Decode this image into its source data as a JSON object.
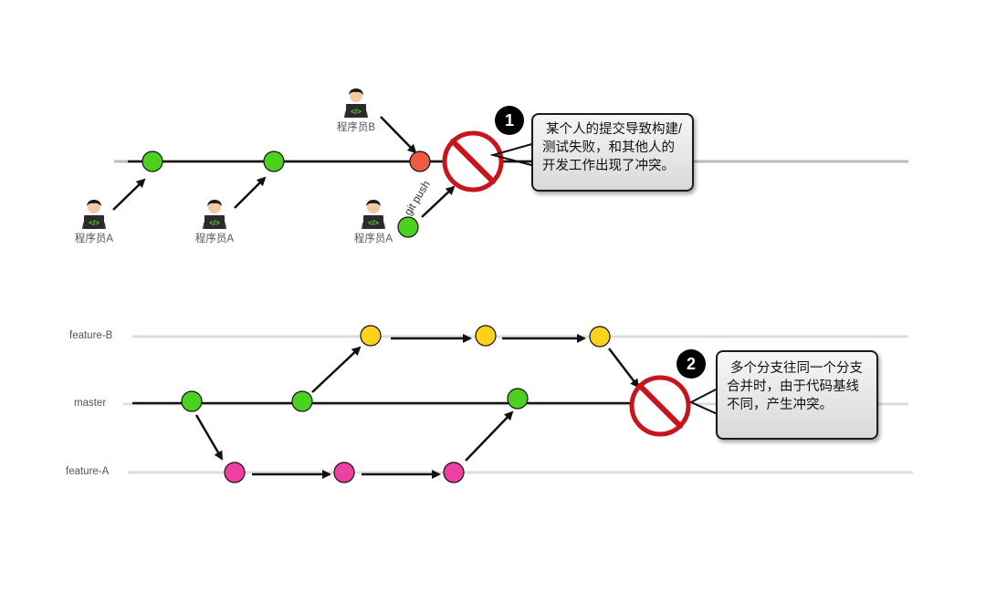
{
  "developers": {
    "a1": "程序员A",
    "a2": "程序员A",
    "a3": "程序员A",
    "b": "程序员B"
  },
  "git_push_label": "git push",
  "callouts": [
    {
      "number": "1",
      "text": "某个人的提交导致构建/测试失败，和其他人的开发工作出现了冲突。"
    },
    {
      "number": "2",
      "text": "多个分支往同一个分支合并时，由于代码基线不同，产生冲突。"
    }
  ],
  "branches": {
    "feature_b": "feature-B",
    "master": "master",
    "feature_a": "feature-A"
  },
  "colors": {
    "green_commit": "#4cd11f",
    "red_commit": "#f05a40",
    "yellow_commit": "#ffd21a",
    "pink_commit": "#ee3fa3",
    "no_sign": "#c8141c",
    "screen_green": "#5ed62a"
  },
  "icons": {
    "developer": "developer-laptop-icon",
    "blocked": "no-entry-icon"
  }
}
